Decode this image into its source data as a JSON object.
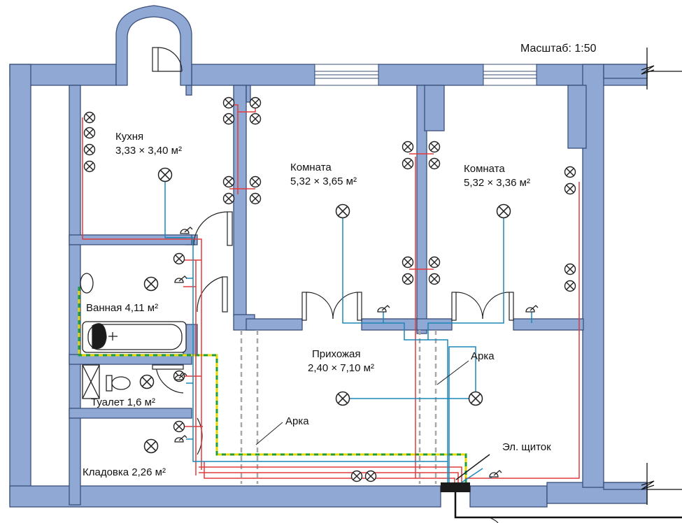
{
  "scale": "Масштаб: 1:50",
  "rooms": {
    "kitchen": {
      "name": "Кухня",
      "dims": "3,33 × 3,40 м²"
    },
    "room1": {
      "name": "Комната",
      "dims": "5,32 × 3,65 м²"
    },
    "room2": {
      "name": "Комната",
      "dims": "5,32 × 3,36 м²"
    },
    "hall": {
      "name": "Прихожая",
      "dims": "2,40 × 7,10 м²"
    },
    "bath": {
      "name": "Ванная 4,11 м²"
    },
    "toilet": {
      "name": "Туалет 1,6 м²"
    },
    "pantry": {
      "name": "Кладовка 2,26 м²"
    }
  },
  "labels": {
    "arch_left": "Арка",
    "arch_right": "Арка",
    "panel": "Эл. щиток"
  },
  "colors": {
    "wall": "#8fa9d4",
    "wall_stroke": "#3b4f7a",
    "phase_wire": "#e23b3b",
    "neutral_wire": "#1d87b8",
    "ground_wire_a": "#e6d800",
    "ground_wire_b": "#1f9e3a",
    "arch_dash": "#a8a8a8"
  },
  "icons": [
    "socket-icon",
    "light-fixture-icon",
    "switch-icon",
    "electrical-panel-icon"
  ]
}
